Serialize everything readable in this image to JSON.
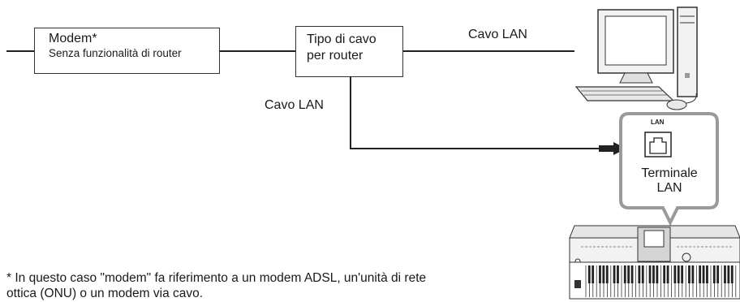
{
  "modem_box": {
    "title": "Modem*",
    "subtitle": "Senza funzionalità di router"
  },
  "router_box": {
    "line1": "Tipo di cavo",
    "line2": "per router"
  },
  "cable_label_top": "Cavo LAN",
  "cable_label_left": "Cavo LAN",
  "lan_callout": {
    "port_label": "LAN",
    "terminal_line1": "Terminale",
    "terminal_line2": "LAN"
  },
  "footnote": {
    "line1": "* In questo caso \"modem\" fa riferimento a un modem ADSL, un'unità di rete",
    "line2": "ottica (ONU) o un modem via cavo."
  },
  "icons": [
    "computer-icon",
    "keyboard-instrument-icon",
    "lan-port-icon",
    "arrow-right-icon"
  ]
}
